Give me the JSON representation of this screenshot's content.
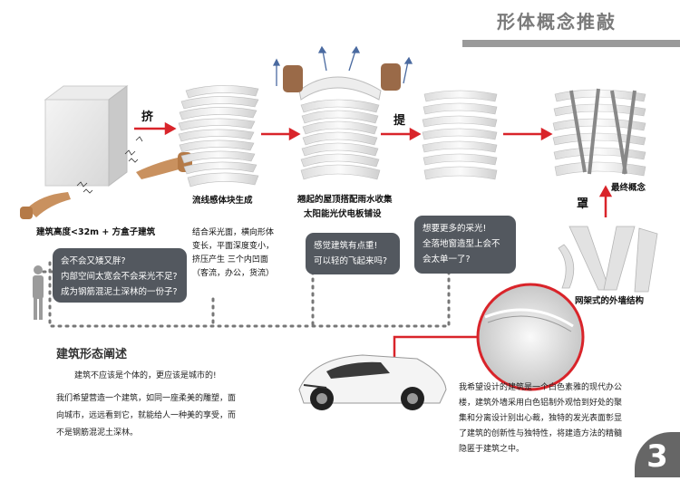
{
  "title": "形体概念推敲",
  "steps": {
    "squeeze": "挤",
    "lift": "提",
    "cover": "罩"
  },
  "captions": {
    "height_limit": "建筑高度<32m + 方盒子建筑",
    "streamline": "流线感体块生成",
    "lifted_roof_1": "翘起的屋顶搭配雨水收集",
    "lifted_roof_2": "太阳能光伏电板铺设",
    "final_concept": "最终概念",
    "frame_facade": "网架式的外墙结构"
  },
  "streamline_desc": [
    "结合采光面，横向形体",
    "变长，平面深度变小，",
    "挤压产生 三个内凹面",
    "（客流，办公，货流）"
  ],
  "bubbles": {
    "question_1": [
      "会不会又矮又胖?",
      "内部空间太宽会不会采光不足?",
      "成为钢筋混泥土深林的一份子?"
    ],
    "question_2": [
      "感觉建筑有点重!",
      "可以轻的飞起来吗?"
    ],
    "question_3": [
      "想要更多的采光!",
      "全落地窗造型上会不",
      "会太单一了?"
    ]
  },
  "section": {
    "heading": "建筑形态阐述",
    "lead": "建筑不应该是个体的，更应该是城市的!",
    "paragraph": [
      "我们希望营造一个建筑，如同一座柔美的雕塑，面",
      "向城市，远远看到它，就能给人一种美的享受，而",
      "不是钢筋混泥土深林。"
    ]
  },
  "car_text": [
    "我希望设计的建筑是一个白色素雅的现代办公",
    "楼，建筑外墙采用白色铝制外观恰到好处的聚",
    "集和分离设计别出心裁，独特的发光表面彰显",
    "了建筑的创新性与独特性，将建造方法的精髓",
    "隐匿于建筑之中。"
  ],
  "page_number": "3",
  "colors": {
    "accent": "#d9242a",
    "bubble": "#53585f",
    "title": "#7a7a7a",
    "dots": "#777777"
  }
}
